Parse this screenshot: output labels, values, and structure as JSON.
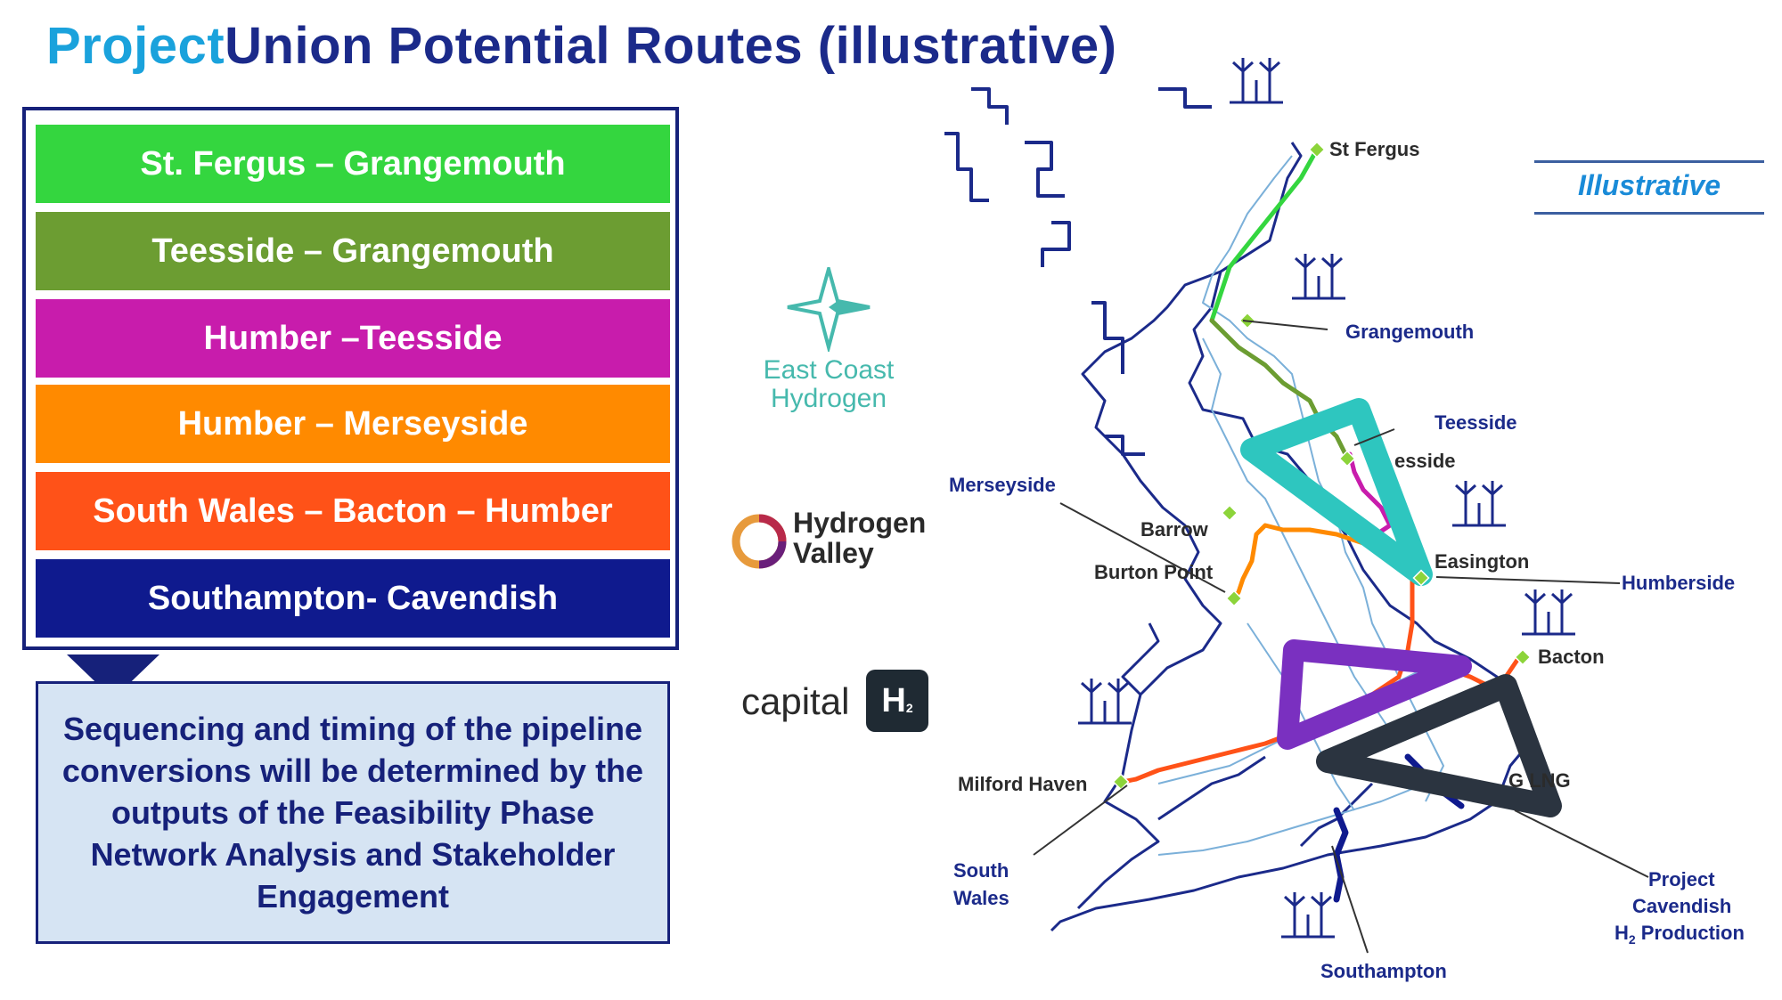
{
  "title": {
    "brand": "Project",
    "rest": "Union Potential Routes (illustrative)"
  },
  "routes": [
    {
      "label": "St. Fergus – Grangemouth",
      "color": "#34d63f"
    },
    {
      "label": "Teesside – Grangemouth",
      "color": "#6c9d32"
    },
    {
      "label": "Humber –Teesside",
      "color": "#c81cac"
    },
    {
      "label": "Humber – Merseyside",
      "color": "#ff8a00"
    },
    {
      "label": "South Wales – Bacton – Humber",
      "color": "#ff5218"
    },
    {
      "label": "Southampton- Cavendish",
      "color": "#0f1a8e"
    }
  ],
  "note": "Sequencing and timing of the pipeline conversions will be determined by the outputs of the Feasibility Phase Network Analysis and Stakeholder Engagement",
  "logos": {
    "east_coast_hydrogen": "East Coast Hydrogen",
    "hydrogen_valley_line1": "Hydrogen",
    "hydrogen_valley_line2": "Valley",
    "capital_text": "capital",
    "capital_badge": "H"
  },
  "illustrative_tag": "Illustrative",
  "map_labels": {
    "st_fergus": "St Fergus",
    "grangemouth": "Grangemouth",
    "teesside": "Teesside",
    "teesside_partial": "esside",
    "merseyside": "Merseyside",
    "barrow": "Barrow",
    "burton_point": "Burton Point",
    "easington": "Easington",
    "humberside": "Humberside",
    "bacton": "Bacton",
    "milford_haven": "Milford Haven",
    "grain_lng": "G    LNG",
    "south_wales_1": "South",
    "south_wales_2": "Wales",
    "project_cavendish_1": "Project",
    "project_cavendish_2": "Cavendish",
    "project_cavendish_3": "H",
    "southampton": "Southampton"
  },
  "icon_names": [
    "offshore-wind-turbine-icon",
    "east-coast-hydrogen-star-icon",
    "hydrogen-valley-circle-icon"
  ]
}
